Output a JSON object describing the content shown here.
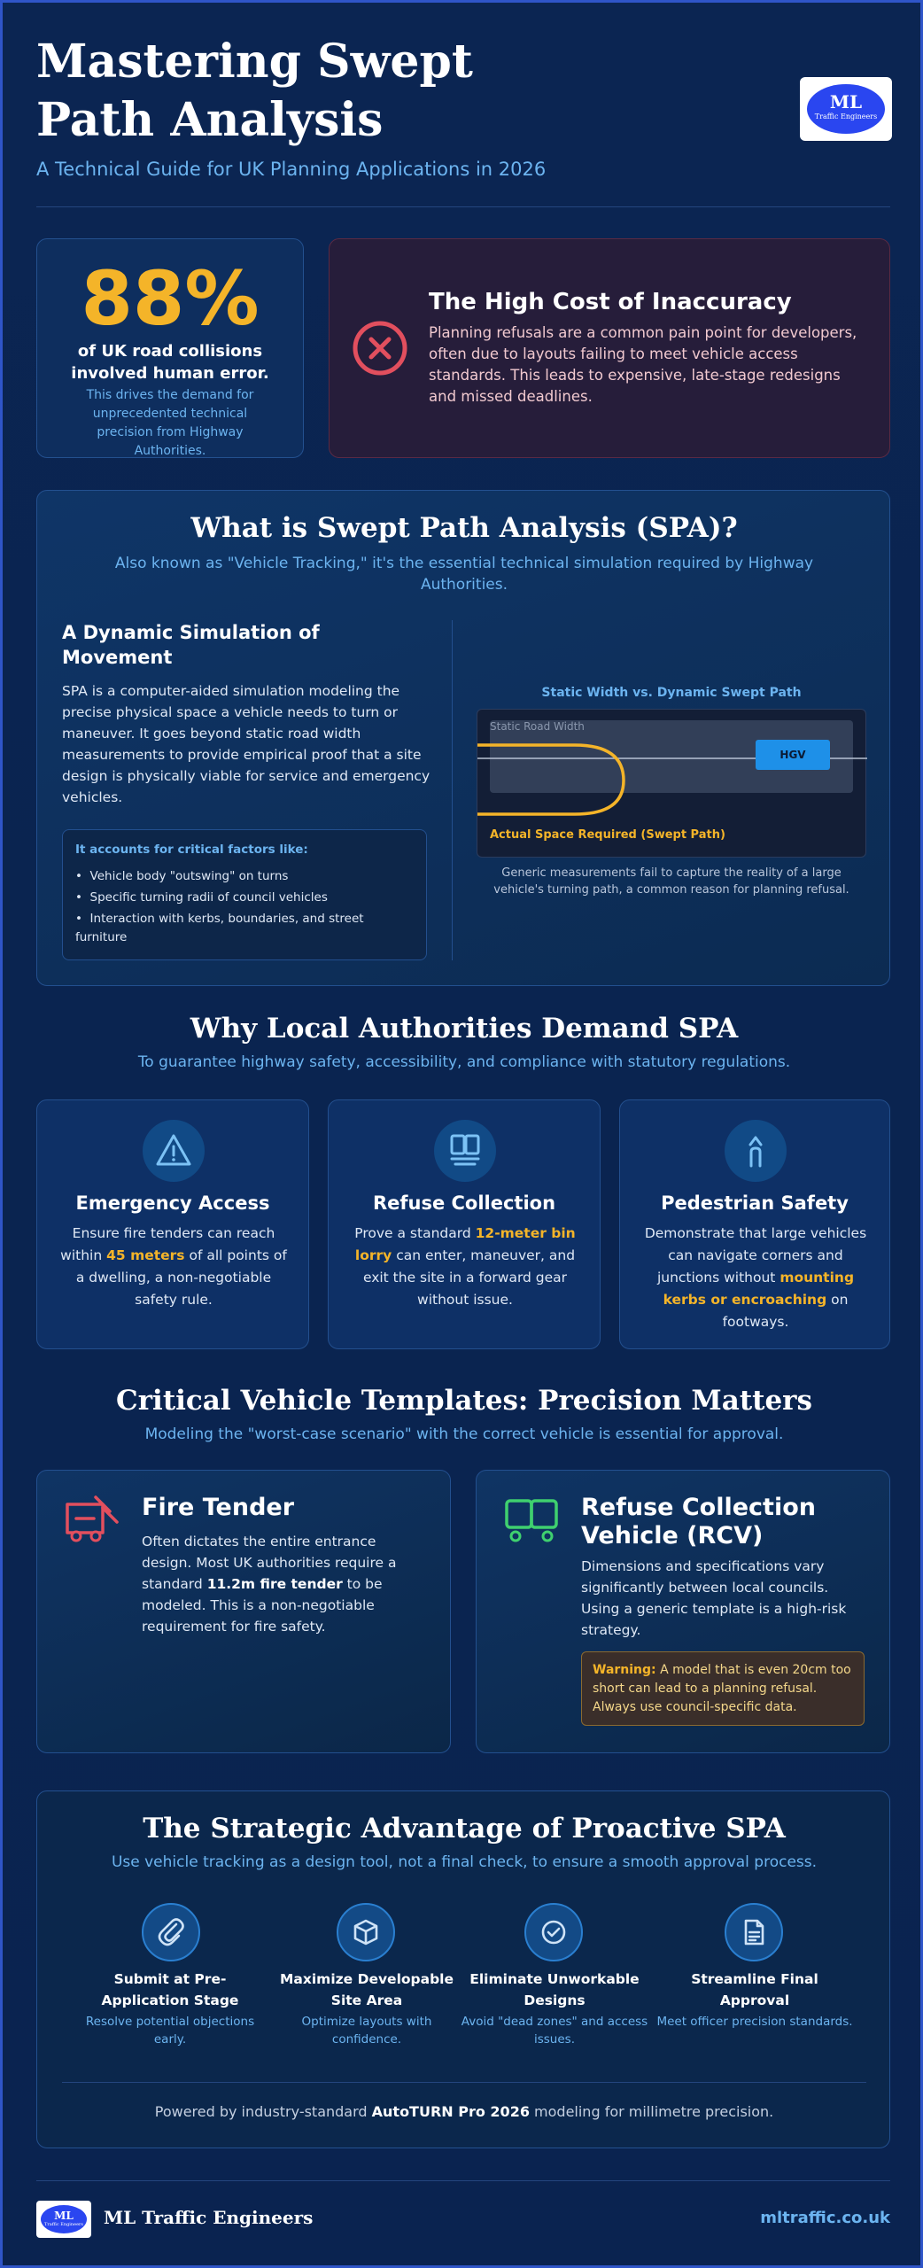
{
  "header": {
    "title": "Mastering Swept Path Analysis",
    "subtitle": "A Technical Guide for UK Planning Applications in 2026",
    "logo_text": "ML",
    "logo_subtext": "Traffic Engineers"
  },
  "stat": {
    "value": "88%",
    "headline": "of UK road collisions involved human error.",
    "note": "This drives the demand for unprecedented technical precision from Highway Authorities."
  },
  "cost": {
    "title": "The High Cost of Inaccuracy",
    "body": "Planning refusals are a common pain point for developers, often due to layouts failing to meet vehicle access standards. This leads to expensive, late-stage redesigns and missed deadlines."
  },
  "spa": {
    "title": "What is Swept Path Analysis (SPA)?",
    "subtitle": "Also known as \"Vehicle Tracking,\" it's the essential technical simulation required by Highway Authorities.",
    "left_title": "A Dynamic Simulation of Movement",
    "left_body": "SPA is a computer-aided simulation modeling the precise physical space a vehicle needs to turn or maneuver. It goes beyond static road width measurements to provide empirical proof that a site design is physically viable for service and emergency vehicles.",
    "factors_title": "It accounts for critical factors like:",
    "factors": [
      "Vehicle body \"outswing\" on turns",
      "Specific turning radii of council vehicles",
      "Interaction with kerbs, boundaries, and street furniture"
    ],
    "diagram_title": "Static Width vs. Dynamic Swept Path",
    "diagram_static_label": "Static Road Width",
    "diagram_vehicle": "HGV",
    "diagram_swept_label": "Actual Space Required (Swept Path)",
    "diagram_caption": "Generic measurements fail to capture the reality of a large vehicle's turning path, a common reason for planning refusal."
  },
  "why": {
    "title": "Why Local Authorities Demand SPA",
    "subtitle": "To guarantee highway safety, accessibility, and compliance with statutory regulations.",
    "cards": [
      {
        "icon": "warning-icon",
        "title": "Emergency Access",
        "pre": "Ensure fire tenders can reach within ",
        "hl": "45 meters",
        "post": " of all points of a dwelling, a non-negotiable safety rule."
      },
      {
        "icon": "bin-lorry-icon",
        "title": "Refuse Collection",
        "pre": "Prove a standard ",
        "hl": "12-meter bin lorry",
        "post": " can enter, maneuver, and exit the site in a forward gear without issue."
      },
      {
        "icon": "pedestrian-icon",
        "title": "Pedestrian Safety",
        "pre": "Demonstrate that large vehicles can navigate corners and junctions without ",
        "hl": "mounting kerbs or encroaching",
        "post": " on footways."
      }
    ]
  },
  "templates": {
    "title": "Critical Vehicle Templates: Precision Matters",
    "subtitle": "Modeling the \"worst-case scenario\" with the correct vehicle is essential for approval.",
    "fire_title": "Fire Tender",
    "fire_pre": "Often dictates the entire entrance design. Most UK authorities require a standard ",
    "fire_hl": "11.2m fire tender",
    "fire_post": " to be modeled. This is a non-negotiable requirement for fire safety.",
    "rcv_title": "Refuse Collection Vehicle (RCV)",
    "rcv_body": "Dimensions and specifications vary significantly between local councils. Using a generic template is a high-risk strategy.",
    "warning_label": "Warning:",
    "warning_text": " A model that is even 20cm too short can lead to a planning refusal. Always use council-specific data."
  },
  "advantage": {
    "title": "The Strategic Advantage of Proactive SPA",
    "subtitle": "Use vehicle tracking as a design tool, not a final check, to ensure a smooth approval process.",
    "items": [
      {
        "icon": "paperclip-icon",
        "title": "Submit at Pre-Application Stage",
        "sub": "Resolve potential objections early."
      },
      {
        "icon": "cube-icon",
        "title": "Maximize Developable Site Area",
        "sub": "Optimize layouts with confidence."
      },
      {
        "icon": "check-circle-icon",
        "title": "Eliminate Unworkable Designs",
        "sub": "Avoid \"dead zones\" and access issues."
      },
      {
        "icon": "document-icon",
        "title": "Streamline Final Approval",
        "sub": "Meet officer precision standards."
      }
    ],
    "powered_pre": "Powered by industry-standard ",
    "powered_hl": "AutoTURN Pro 2026",
    "powered_post": " modeling for millimetre precision."
  },
  "footer": {
    "company": "ML Traffic Engineers",
    "website": "mltraffic.co.uk",
    "logo_text": "ML",
    "logo_subtext": "Traffic Engineers"
  },
  "colors": {
    "background": "#0b2550",
    "accent_gold": "#f4b429",
    "accent_blue": "#6cb4f0",
    "danger_red": "#e24f5e",
    "rcv_green": "#3fd06f"
  }
}
